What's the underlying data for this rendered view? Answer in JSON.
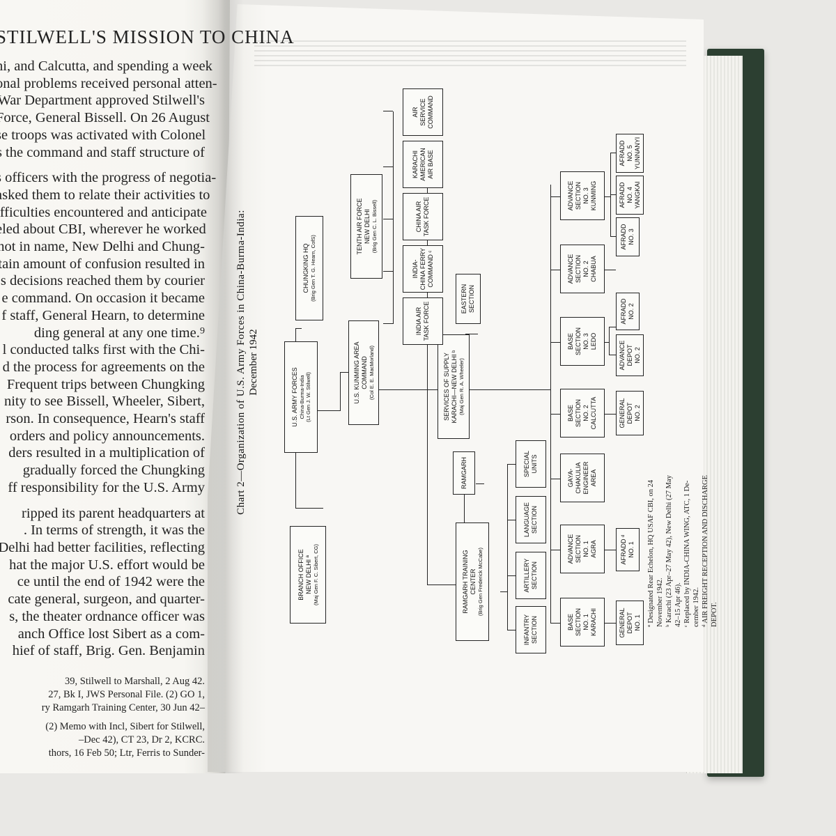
{
  "left_page": {
    "running_head": "STILWELL'S MISSION TO CHINA",
    "paragraph_1": [
      "hi, and Calcutta, and spending a week",
      "onal problems received personal atten-",
      "War Department approved Stilwell's",
      "Force, General Bissell. On 26 August",
      "se troops was activated with Colonel",
      "s the command and staff structure of"
    ],
    "paragraph_2": [
      "s officers with the progress of negotia-",
      "asked them to relate their activities to",
      "ifficulties encountered and anticipate",
      "eled about CBI, wherever he worked",
      "not in name, New Delhi and Chung-",
      "tain amount of confusion resulted in",
      "s decisions reached them by courier",
      "e command. On occasion it became",
      "f staff, General Hearn, to determine",
      "ding general at any one time.⁹",
      "l conducted talks first with the Chi-",
      "d the process for agreements on the",
      "Frequent trips between Chungking",
      "nity to see Bissell, Wheeler, Sibert,",
      "rson. In consequence, Hearn's staff",
      "orders and policy announcements.",
      "ders resulted in a multiplication of",
      "gradually forced the Chungking",
      "ff responsibility for the U.S. Army"
    ],
    "paragraph_3": [
      "ripped its parent headquarters at",
      ". In terms of strength, it was the",
      "Delhi had better facilities, reflecting",
      "hat the major U.S. effort would be",
      "ce until the end of 1942 were the",
      "cate general, surgeon, and quarter-",
      "s, the theater ordnance officer was",
      "anch Office lost Sibert as a com-",
      "hief of staff, Brig. Gen. Benjamin"
    ],
    "footnotes_1": [
      "39, Stilwell to Marshall, 2 Aug 42.",
      "27, Bk I, JWS Personal File. (2) GO 1,",
      "ry Ramgarh Training Center, 30 Jun 42–"
    ],
    "footnotes_2": [
      "(2) Memo with Incl, Sibert for Stilwell,",
      "–Dec 42), CT 23, Dr 2, KCRC.",
      "thors, 16 Feb 50; Ltr, Ferris to Sunder-"
    ]
  },
  "chart": {
    "title": "Chart 2—Organization of U.S. Army Forces in China-Burma-India:",
    "subtitle": "December 1942",
    "top": {
      "title": "U.S. ARMY FORCES",
      "sub1": "China-Burma-India",
      "sub2": "(Lt Gen J. W. Stilwell)"
    },
    "chungking": {
      "title": "CHUNGKING HQ",
      "sub": "(Brig Gen T. G. Hearn, CofS)"
    },
    "branch": {
      "title1": "BRANCH OFFICE",
      "title2": "NEW DELHI ª",
      "sub": "(Maj Gen F. C. Sibert, CG)"
    },
    "kunming_area": {
      "title1": "U.S. KUNMING AREA",
      "title2": "COMMAND",
      "sub": "(Col E. E. MacMorland)"
    },
    "tenth": {
      "title1": "TENTH AIR FORCE",
      "title2": "NEW DELHI",
      "sub": "(Brig Gen C. L. Bissell)"
    },
    "sos": {
      "title1": "SERVICES OF SUPPLY",
      "title2": "KARACHI—NEW DELHI ᵇ",
      "sub": "(Maj Gen R. A. Wheeler)"
    },
    "ramgarh_tc": {
      "title1": "RAMGARH TRAINING",
      "title2": "CENTER",
      "sub": "(Brig Gen Frederick McCabe)"
    },
    "eastern": {
      "title1": "EASTERN",
      "title2": "SECTION"
    },
    "ramgarh": {
      "title": "RAMGARH"
    },
    "air_units": [
      [
        "INDIA AIR",
        "TASK FORCE",
        ""
      ],
      [
        "INDIA-",
        "CHINA FERRY",
        "COMMAND ᶜ"
      ],
      [
        "CHINA AIR",
        "TASK FORCE",
        ""
      ],
      [
        "KARACHI",
        "AMERICAN",
        "AIR BASE"
      ],
      [
        "AIR",
        "SERVICE",
        "COMMAND"
      ]
    ],
    "training_units": [
      [
        "INFANTRY",
        "SECTION"
      ],
      [
        "ARTILLERY",
        "SECTION"
      ],
      [
        "LANGUAGE",
        "SECTION"
      ],
      [
        "SPECIAL",
        "UNITS"
      ]
    ],
    "sos_units": [
      [
        "BASE",
        "SECTION",
        "NO. 1",
        "KARACHI"
      ],
      [
        "ADVANCE",
        "SECTION",
        "NO. 1",
        "AGRA"
      ],
      [
        "GAYA-",
        "CHAKULIA",
        "ENGINEER",
        "AREA"
      ],
      [
        "BASE",
        "SECTION",
        "NO. 2",
        "CALCUTTA"
      ],
      [
        "BASE",
        "SECTION",
        "NO. 3",
        "LEDO"
      ],
      [
        "ADVANCE",
        "SECTION",
        "NO. 2",
        "CHABUA"
      ],
      [
        "ADVANCE",
        "SECTION",
        "NO. 3",
        "KUNMING"
      ]
    ],
    "depots": {
      "gd1": [
        "GENERAL",
        "DEPOT",
        "NO. 1"
      ],
      "afradd1": [
        "AFRADD ᵈ",
        "NO. 1"
      ],
      "gd2": [
        "GENERAL",
        "DEPOT",
        "NO. 2"
      ],
      "ad2": [
        "ADVANCE",
        "DEPOT",
        "NO. 2"
      ],
      "afradd2": [
        "AFRADD",
        "NO. 2"
      ],
      "afradd3": [
        "AFRADD",
        "NO. 3"
      ],
      "afradd4": [
        "AFRADD",
        "NO. 4",
        "YANGKAI"
      ],
      "afradd5": [
        "AFRADD",
        "NO. 5",
        "YUNNANYI"
      ]
    },
    "footnotes": [
      "ª Designated Rear Echelon, HQ USAF CBI, on 24",
      "November 1942.",
      "ᵇ Karachi (23 Apr–27 May 42), New Delhi (27 May",
      "42–15 Apr 46).",
      "ᶜ Replaced by INDIA-CHINA WING, ATC, 1 De-",
      "cember 1942.",
      "ᵈ AIR FREIGHT RECEPTION AND DISCHARGE",
      "DEPOT."
    ]
  }
}
